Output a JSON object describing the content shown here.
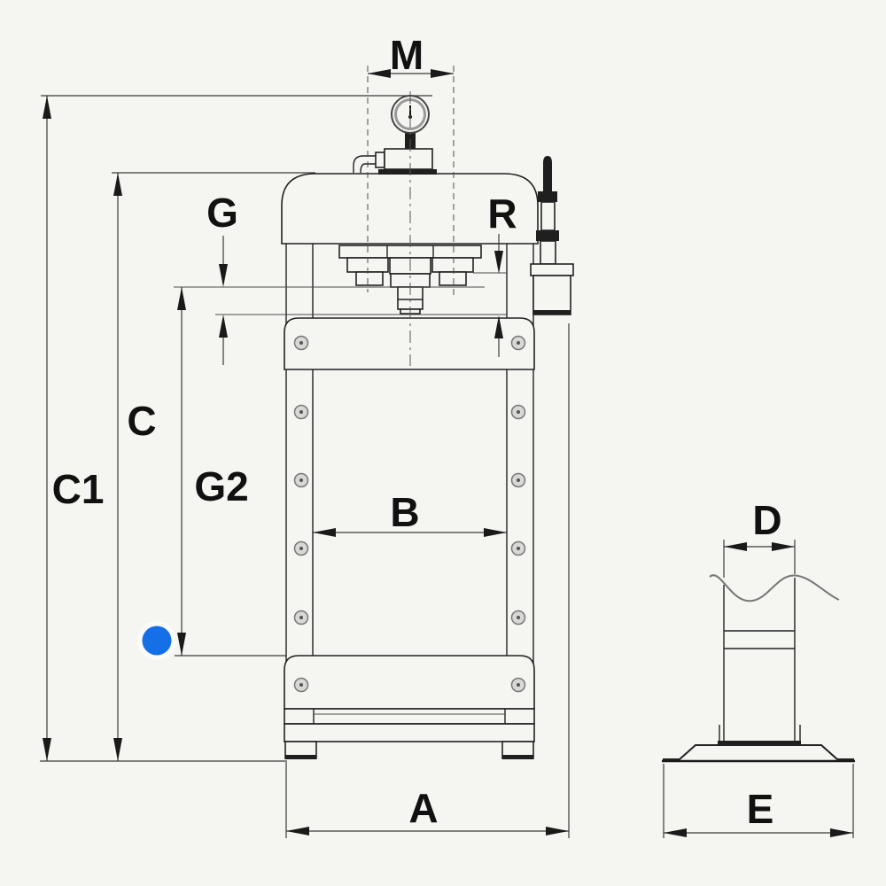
{
  "drawing": {
    "front_view_labels": {
      "m": "M",
      "g": "G",
      "r": "R",
      "c": "C",
      "c1": "C1",
      "g2": "G2",
      "b": "B",
      "a": "A"
    },
    "side_view_labels": {
      "d": "D",
      "e": "E"
    },
    "colors": {
      "background": "#f5f5f2",
      "line": "#222222",
      "label": "#111111",
      "click_indicator_blue": "#1570e8"
    }
  }
}
